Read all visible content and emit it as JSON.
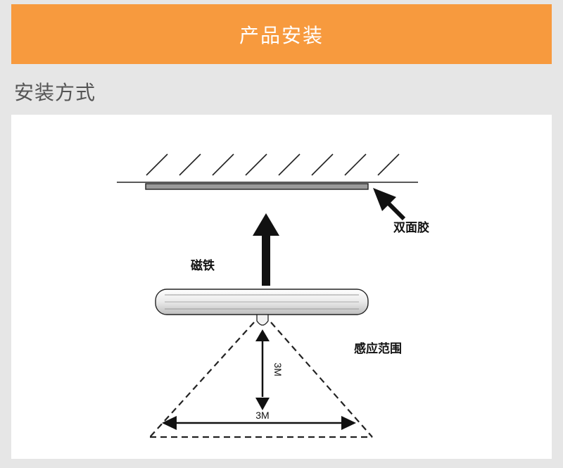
{
  "header": {
    "title": "产品安装"
  },
  "section": {
    "title": "安装方式"
  },
  "diagram": {
    "label_tape": "双面胶",
    "label_magnet": "磁铁",
    "label_range": "感应范围",
    "dim_vertical": "3M",
    "dim_horizontal": "3M"
  },
  "colors": {
    "header_bg": "#f79a3e",
    "page_bg": "#e6e6e6",
    "panel_bg": "#ffffff"
  }
}
